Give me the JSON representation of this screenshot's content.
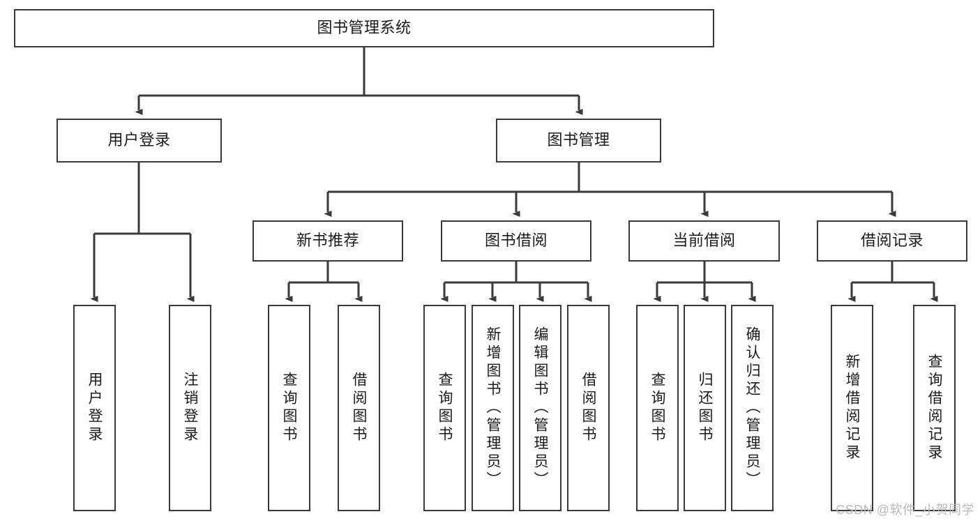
{
  "diagram": {
    "type": "tree-hierarchy-chart",
    "title_text": "图书管理系统",
    "colors": {
      "stroke": "#3a3a3a",
      "fill": "#ffffff",
      "text": "#1a1a1a",
      "watermark": "#b9b9b9"
    },
    "root": {
      "label": "图书管理系统",
      "orientation": "horizontal"
    },
    "level2": [
      {
        "label": "用户登录",
        "orientation": "horizontal"
      },
      {
        "label": "图书管理",
        "orientation": "horizontal"
      }
    ],
    "level3": [
      {
        "label": "新书推荐",
        "orientation": "horizontal"
      },
      {
        "label": "图书借阅",
        "orientation": "horizontal"
      },
      {
        "label": "当前借阅",
        "orientation": "horizontal"
      },
      {
        "label": "借阅记录",
        "orientation": "horizontal"
      }
    ],
    "leaves": {
      "user_login": [
        {
          "label": "用户登录",
          "orientation": "vertical"
        },
        {
          "label": "注销登录",
          "orientation": "vertical"
        }
      ],
      "new_book_recommend": [
        {
          "label": "查询图书",
          "orientation": "vertical"
        },
        {
          "label": "借阅图书",
          "orientation": "vertical"
        }
      ],
      "book_borrow": [
        {
          "label": "查询图书",
          "orientation": "vertical"
        },
        {
          "label": "新增图书（管理员）",
          "orientation": "vertical"
        },
        {
          "label": "编辑图书（管理员）",
          "orientation": "vertical"
        },
        {
          "label": "借阅图书",
          "orientation": "vertical"
        }
      ],
      "current_borrow": [
        {
          "label": "查询图书",
          "orientation": "vertical"
        },
        {
          "label": "归还图书",
          "orientation": "vertical"
        },
        {
          "label": "确认归还（管理员）",
          "orientation": "vertical"
        }
      ],
      "borrow_record": [
        {
          "label": "新增借阅记录",
          "orientation": "vertical"
        },
        {
          "label": "查询借阅记录",
          "orientation": "vertical"
        }
      ]
    },
    "watermark": "CSDN @软件_小贺同学"
  }
}
